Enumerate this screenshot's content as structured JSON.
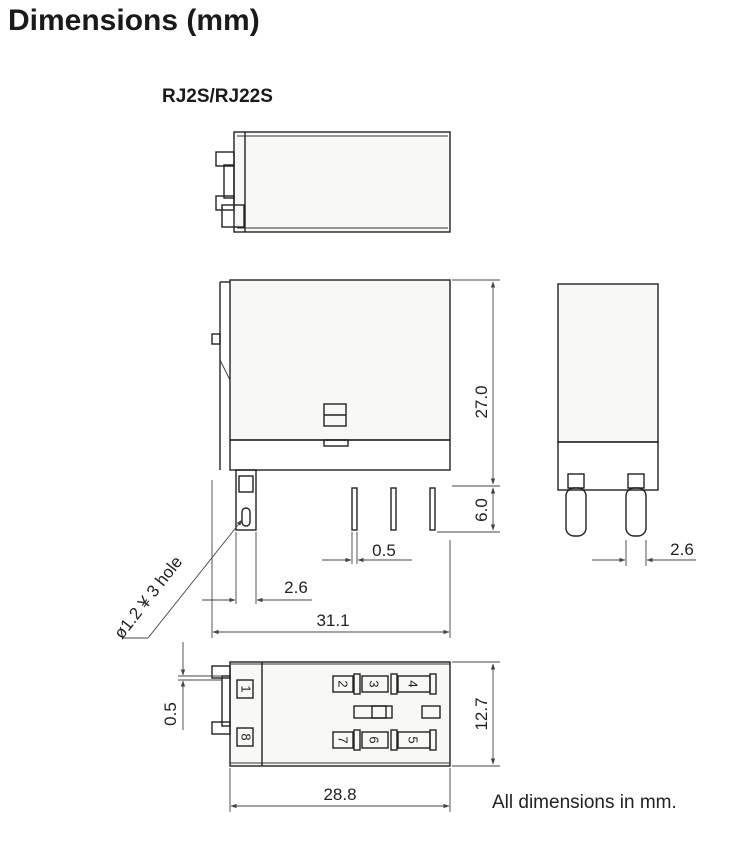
{
  "page": {
    "title": "Dimensions (mm)",
    "model": "RJ2S/RJ22S",
    "note": "All dimensions in mm."
  },
  "dimensions": {
    "height_body": "27.0",
    "pin_length": "6.0",
    "pin_width": "0.5",
    "pin_pitch_side": "2.6",
    "pin_offset_front": "2.6",
    "total_length": "31.1",
    "hole_note": "ø1.2 ¥ 3 hole",
    "base_width": "12.7",
    "base_length": "28.8",
    "base_offset": "0.5"
  },
  "terminals": [
    "1",
    "2",
    "3",
    "4",
    "8",
    "7",
    "6",
    "5"
  ]
}
